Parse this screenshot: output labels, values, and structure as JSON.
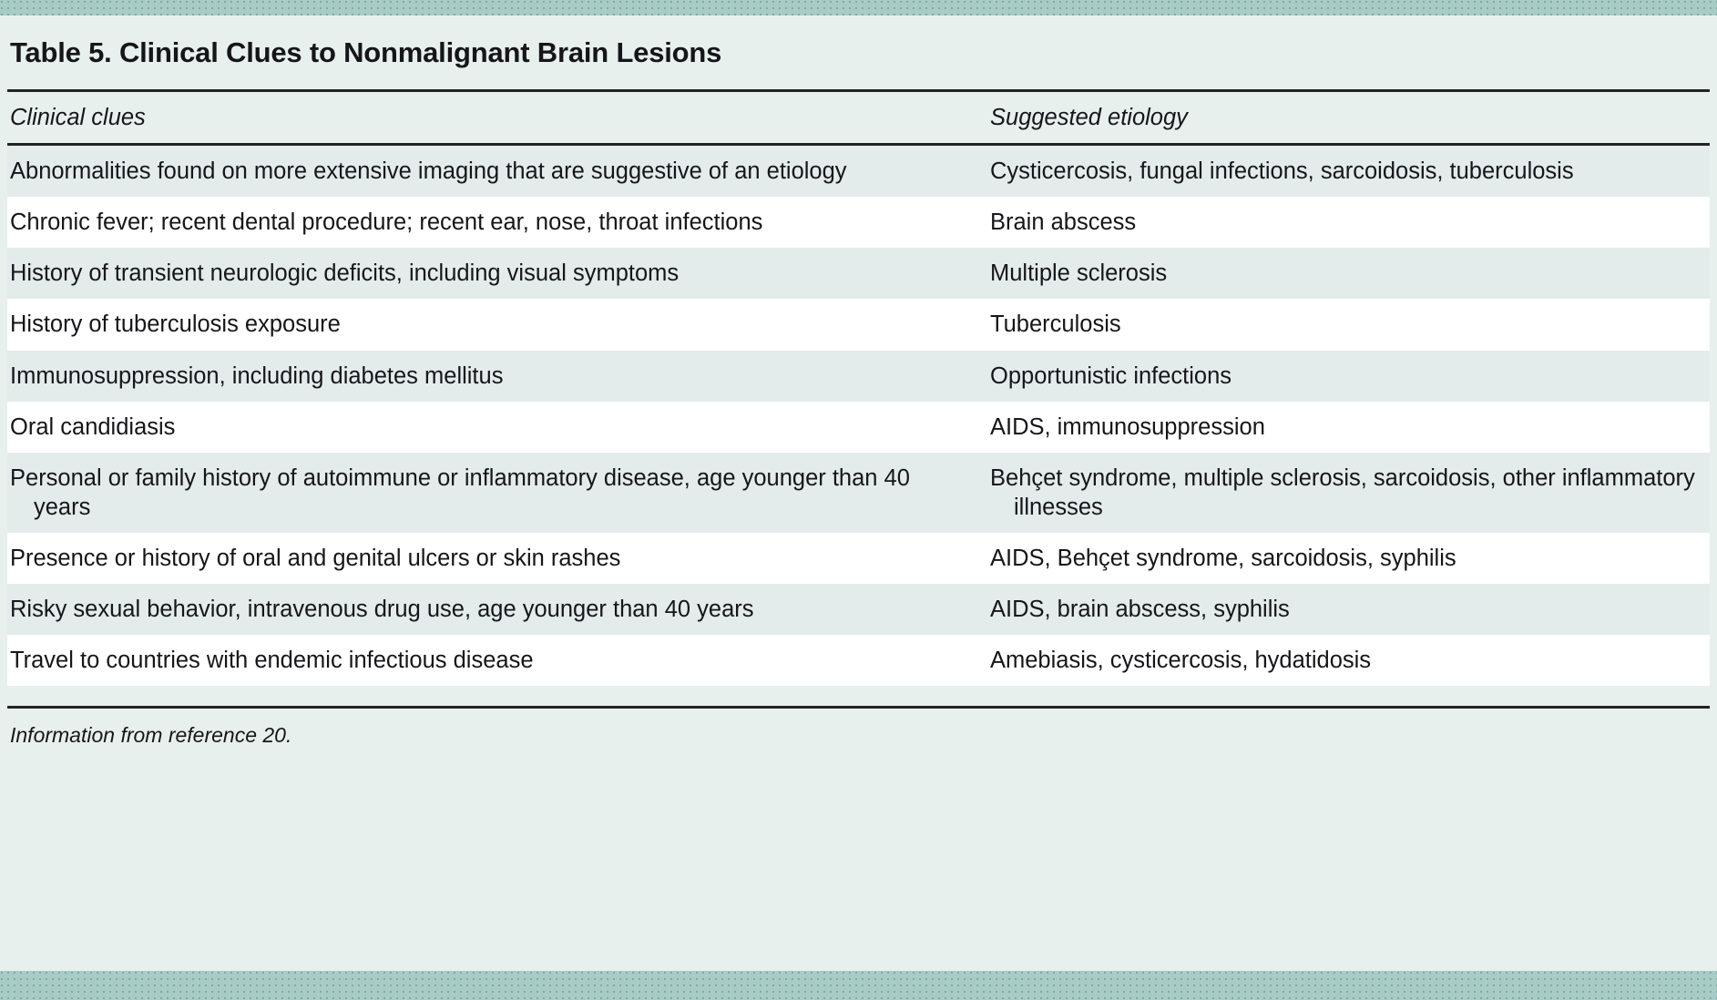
{
  "colors": {
    "band_teal": "#a9cbc6",
    "panel_bg": "#e8f0ee",
    "row_shade": "#e3ecea",
    "row_plain": "#ffffff",
    "rule": "#232327",
    "text": "#16161a"
  },
  "table": {
    "title": "Table 5. Clinical Clues to Nonmalignant Brain Lesions",
    "columns": [
      "Clinical clues",
      "Suggested etiology"
    ],
    "rows": [
      {
        "clue": "Abnormalities found on more extensive imaging that are suggestive of an etiology",
        "etiology": "Cysticercosis, fungal infections, sarcoidosis, tuberculosis",
        "shaded": true
      },
      {
        "clue": "Chronic fever; recent dental procedure; recent ear, nose, throat infections",
        "etiology": "Brain abscess",
        "shaded": false
      },
      {
        "clue": "History of transient neurologic deficits, including visual symptoms",
        "etiology": "Multiple sclerosis",
        "shaded": true
      },
      {
        "clue": "History of tuberculosis exposure",
        "etiology": "Tuberculosis",
        "shaded": false
      },
      {
        "clue": "Immunosuppression, including diabetes mellitus",
        "etiology": "Opportunistic infections",
        "shaded": true
      },
      {
        "clue": "Oral candidiasis",
        "etiology": "AIDS, immunosuppression",
        "shaded": false
      },
      {
        "clue": "Personal or family history of autoimmune or inflammatory disease, age younger than 40 years",
        "etiology": "Behçet syndrome, multiple sclerosis, sarcoidosis, other inflammatory illnesses",
        "shaded": true
      },
      {
        "clue": "Presence or history of oral and genital ulcers or skin rashes",
        "etiology": "AIDS, Behçet syndrome, sarcoidosis, syphilis",
        "shaded": false
      },
      {
        "clue": "Risky sexual behavior, intravenous drug use, age younger than 40 years",
        "etiology": "AIDS, brain abscess, syphilis",
        "shaded": true
      },
      {
        "clue": "Travel to countries with endemic infectious disease",
        "etiology": "Amebiasis, cysticercosis, hydatidosis",
        "shaded": false
      }
    ],
    "footnote": "Information from reference 20."
  }
}
